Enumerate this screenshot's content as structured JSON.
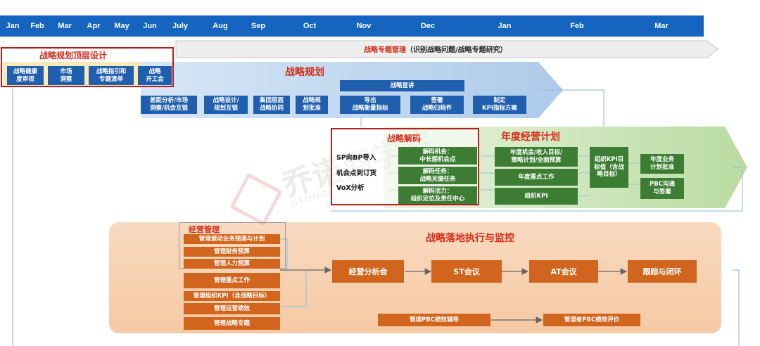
{
  "timeline": {
    "months": [
      "Jan",
      "Feb",
      "Mar",
      "Apr",
      "May",
      "Jun",
      "July",
      "Aug",
      "Sep",
      "Oct",
      "Nov",
      "Dec",
      "Jan",
      "Feb",
      "Mar"
    ]
  },
  "strategy_topics": {
    "title": "战略专题管理",
    "subtitle": "（识别战略问题/战略专题研究）"
  },
  "top_design": {
    "title": "战略规划顶层设计",
    "items": [
      "战略健康\n度审视",
      "市场\n洞察",
      "战略指引和\n专题清单",
      "战略\n开工会"
    ]
  },
  "strategy_planning": {
    "title": "战略规划",
    "items": [
      "差距分析/市场\n洞察/机会互锁",
      "战略设计/\n规划互锁",
      "集团层面\n战略协同",
      "战略规\n划批准"
    ],
    "communication": {
      "title": "战略宣讲",
      "items": [
        "导出\n战略衡量指标",
        "签署\n战略归档件",
        "制定\nKPI指标方案"
      ]
    }
  },
  "decoding": {
    "title": "战略解码",
    "inputs": [
      "SP向BP导入",
      "机会点到订货",
      "VoX分析"
    ],
    "items": [
      "解码机会：\n中长期机会点",
      "解码任务：\n战略关键任务",
      "解码活力：\n组织定位及责任中心"
    ]
  },
  "annual_plan": {
    "title": "年度经营计划",
    "items": [
      "年度机会/收入目标/\n策略计划/全面预算",
      "年度重点工作",
      "组织KPI"
    ],
    "kpi_target": "组织KPI目\n标值（含战\n略目标）",
    "approval": "年度业务\n计划批准",
    "pbc": "PBC沟通\n与签署"
  },
  "execution": {
    "title": "战略落地执行与监控",
    "mgmt_title": "经营管理",
    "mgmt_items": [
      "管理滚动业务预测与计划",
      "管理财务预算",
      "管理人力预算",
      "管理重点工作",
      "管理组织KPI（含战略目标）",
      "管理运营绩效",
      "管理战略专题"
    ],
    "flow": [
      "经营分析会",
      "ST会议",
      "AT会议",
      "跟踪与闭环"
    ],
    "pbc_items": [
      "管理PBC绩效辅导",
      "管理者PBC绩效评价"
    ]
  },
  "watermark": {
    "text": "乔诺商学院",
    "sub": "GEONOL SUCCESS COLLEGE"
  },
  "colors": {
    "timeline": "#1565c0",
    "blue_box": "#1f5fae",
    "green_box": "#3d7d33",
    "orange_box": "#d2651d",
    "red": "#d42d18"
  }
}
